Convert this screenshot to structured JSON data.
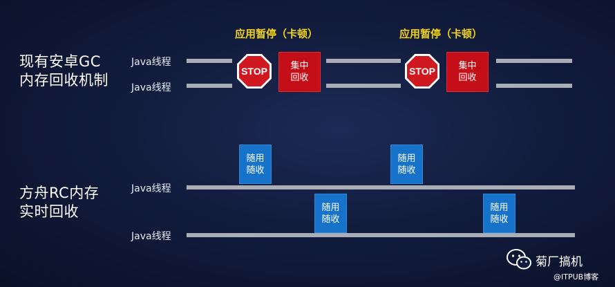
{
  "android_section": {
    "title": "现有安卓GC\n内存回收机制",
    "thread_labels": [
      "Java线程",
      "Java线程"
    ],
    "pause_labels": [
      "应用暂停（卡顿）",
      "应用暂停（卡顿）"
    ],
    "stop_text": "STOP",
    "collect_label": "集中\n回收"
  },
  "ark_section": {
    "title": "方舟RC内存\n实时回收",
    "thread_labels": [
      "Java线程",
      "Java线程"
    ],
    "collect_label": "随用\n随收"
  },
  "watermark": {
    "main": "菊厂搞机",
    "sub": "@ITPUB博客",
    "icon": "wechat-icon"
  },
  "colors": {
    "background": "#121c3d",
    "line": "#a9adb6",
    "stop_red": "#d01820",
    "collect_red": "#c40f18",
    "collect_blue": "#1773c9",
    "pause_text": "#f2d31b"
  }
}
